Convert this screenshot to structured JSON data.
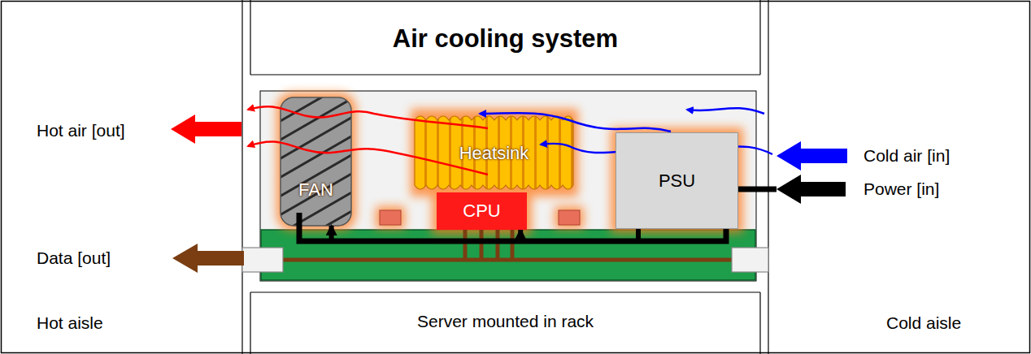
{
  "diagram": {
    "title": "Air cooling system",
    "nodes": [
      {
        "text": [
          "FAN"
        ]
      },
      {
        "text": [
          "Heatsink"
        ]
      },
      {
        "text": [
          "CPU"
        ]
      },
      {
        "text": [
          "PSU"
        ]
      }
    ],
    "edges": [
      {
        "from": 3,
        "to": 0,
        "arrow": "to"
      },
      {
        "from": 3,
        "to": 2,
        "arrow": "to"
      }
    ],
    "labels": [
      "Hot air [out]",
      "Cold air [in]",
      "Power [in]",
      "Data [out]",
      "Hot aisle",
      "Server mounted in rack",
      "Cold aisle"
    ]
  }
}
